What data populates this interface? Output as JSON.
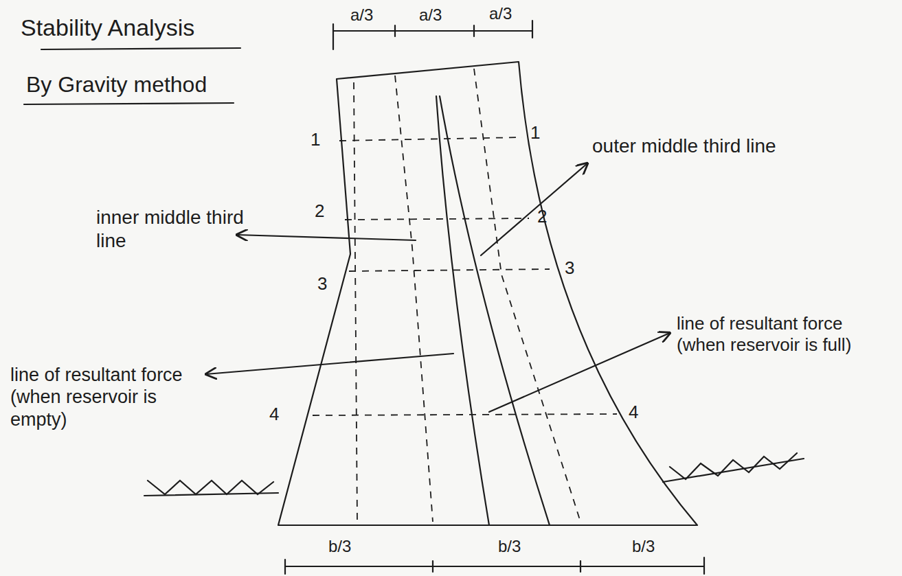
{
  "diagram": {
    "title": "Stability Analysis",
    "labels": [
      "By Gravity method",
      "a/3",
      "a/3",
      "a/3",
      "1",
      "1",
      "outer middle third line",
      "inner middle third line",
      "2",
      "2",
      "3",
      "3",
      "line of resultant force (when reservoir is full)",
      "line of resultant force (when reservoir is empty)",
      "4",
      "4",
      "b/3",
      "b/3",
      "b/3"
    ]
  }
}
